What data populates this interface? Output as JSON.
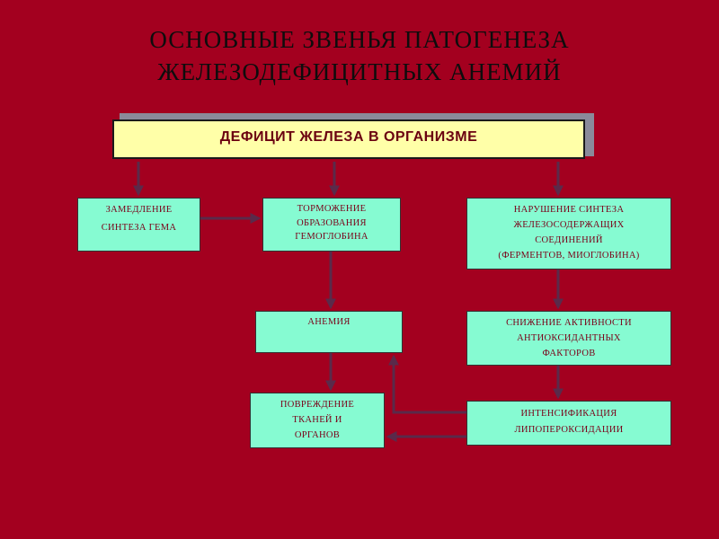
{
  "title": "ОСНОВНЫЕ  ЗВЕНЬЯ  ПАТОГЕНЕЗА\nЖЕЛЕЗОДЕФИЦИТНЫХ  АНЕМИЙ",
  "main": "ДЕФИЦИТ  ЖЕЛЕЗА  В  ОРГАНИЗМЕ",
  "nodes": {
    "heme": "ЗАМЕДЛЕНИЕ\nСИНТЕЗА ГЕМА",
    "hemoglobin": "ТОРМОЖЕНИЕ\nОБРАЗОВАНИЯ\nГЕМОГЛОБИНА",
    "synthesis": "НАРУШЕНИЕ СИНТЕЗА\nЖЕЛЕЗОСОДЕРЖАЩИХ\nСОЕДИНЕНИЙ\n(ФЕРМЕНТОВ, МИОГЛОБИНА)",
    "anemia": "АНЕМИЯ",
    "antioxidant": "СНИЖЕНИЕ  АКТИВНОСТИ\nАНТИОКСИДАНТНЫХ\nФАКТОРОВ",
    "damage": "ПОВРЕЖДЕНИЕ\nТКАНЕЙ  И\nОРГАНОВ",
    "lipo": "ИНТЕНСИФИКАЦИЯ\nЛИПОПЕРОКСИДАЦИИ"
  },
  "colors": {
    "background": "#a3001f",
    "node_fill": "#86fbd2",
    "main_fill": "#ffffa8",
    "arrow": "#5a2a4a",
    "node_text": "#7a0018"
  }
}
